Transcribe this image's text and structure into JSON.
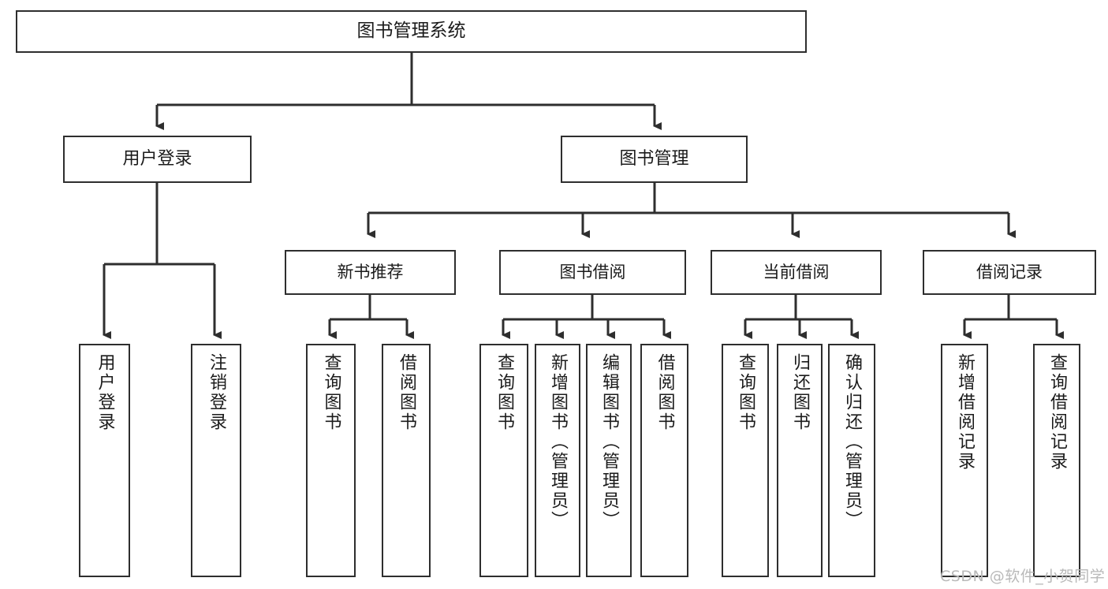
{
  "diagram": {
    "title": "图书管理系统",
    "type": "tree",
    "root": {
      "label": "图书管理系统"
    },
    "level1": [
      {
        "label": "用户登录"
      },
      {
        "label": "图书管理"
      }
    ],
    "level2": [
      {
        "label": "新书推荐",
        "parent": "图书管理"
      },
      {
        "label": "图书借阅",
        "parent": "图书管理"
      },
      {
        "label": "当前借阅",
        "parent": "图书管理"
      },
      {
        "label": "借阅记录",
        "parent": "图书管理"
      }
    ],
    "leaves": [
      {
        "label": "用户登录",
        "parent": "用户登录"
      },
      {
        "label": "注销登录",
        "parent": "用户登录"
      },
      {
        "label": "查询图书",
        "parent": "新书推荐"
      },
      {
        "label": "借阅图书",
        "parent": "新书推荐"
      },
      {
        "label": "查询图书",
        "parent": "图书借阅"
      },
      {
        "label": "新增图书（管理员）",
        "parent": "图书借阅"
      },
      {
        "label": "编辑图书（管理员）",
        "parent": "图书借阅"
      },
      {
        "label": "借阅图书",
        "parent": "图书借阅"
      },
      {
        "label": "查询图书",
        "parent": "当前借阅"
      },
      {
        "label": "归还图书",
        "parent": "当前借阅"
      },
      {
        "label": "确认归还（管理员）",
        "parent": "当前借阅"
      },
      {
        "label": "新增借阅记录",
        "parent": "借阅记录"
      },
      {
        "label": "查询借阅记录",
        "parent": "借阅记录"
      }
    ],
    "watermark": "CSDN @软件_小贺同学",
    "colors": {
      "stroke": "#2e2e2e",
      "background": "#ffffff",
      "text": "#1b1b1b",
      "watermark": "#b9b9b9"
    }
  }
}
